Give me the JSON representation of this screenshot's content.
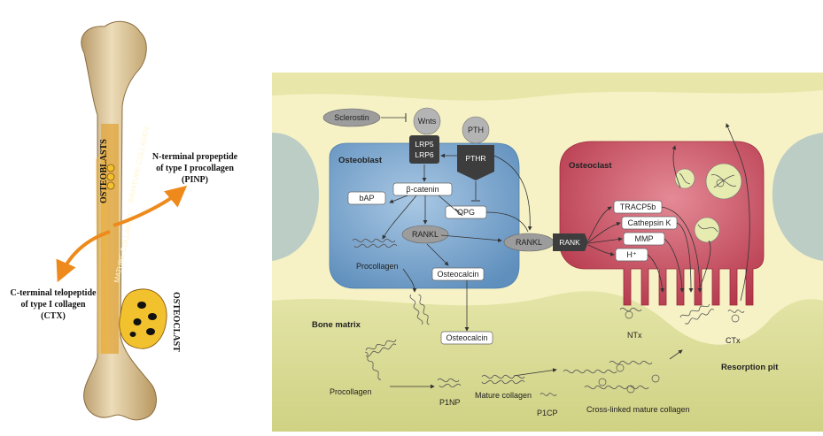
{
  "left_panel": {
    "osteoblasts_label": "OSTEOBLASTS",
    "osteoclast_label": "OSTEOCLAST",
    "bone_text_1": "IMMATURE COLLAGEN",
    "bone_text_2": "MATURE COLLAGEN",
    "pinp_line1": "N-terminal propeptide",
    "pinp_line2": "of type I procollagen",
    "pinp_line3": "(PINP)",
    "ctx_line1": "C-terminal telopeptide",
    "ctx_line2": "of type I collagen",
    "ctx_line3": "(CTX)",
    "arrow_color": "#ee8a1c"
  },
  "right_panel": {
    "osteoblast_title": "Osteoblast",
    "osteoclast_title": "Osteoclast",
    "bone_matrix": "Bone matrix",
    "resorption_pit": "Resorption pit",
    "sclerostin": "Sclerostin",
    "wnts": "Wnts",
    "pth": "PTH",
    "lrp5": "LRP5",
    "lrp6": "LRP6",
    "pthr": "PTHR",
    "bcatenin": "β-catenin",
    "bap": "bAP",
    "opg": "OPG",
    "rankl_inner": "RANKL",
    "rankl_outer": "RANKL",
    "rank": "RANK",
    "procollagen_cell": "Procollagen",
    "osteocalcin_cell": "Osteocalcin",
    "osteocalcin_matrix": "Osteocalcin",
    "tracp5b": "TRACP5b",
    "cathepsin": "Cathepsin K",
    "mmp": "MMP",
    "hplus": "H⁺",
    "ntx": "NTx",
    "ctx": "CTx",
    "procollagen_matrix": "Procollagen",
    "p1np": "P1NP",
    "mature_collagen": "Mature collagen",
    "p1cp": "P1CP",
    "crosslinked": "Cross-linked mature collagen",
    "colors": {
      "osteoblast": "#6f9dc6",
      "osteoclast": "#c9475a",
      "matrix": "#d9db9a",
      "background": "#f6f2c6"
    }
  }
}
